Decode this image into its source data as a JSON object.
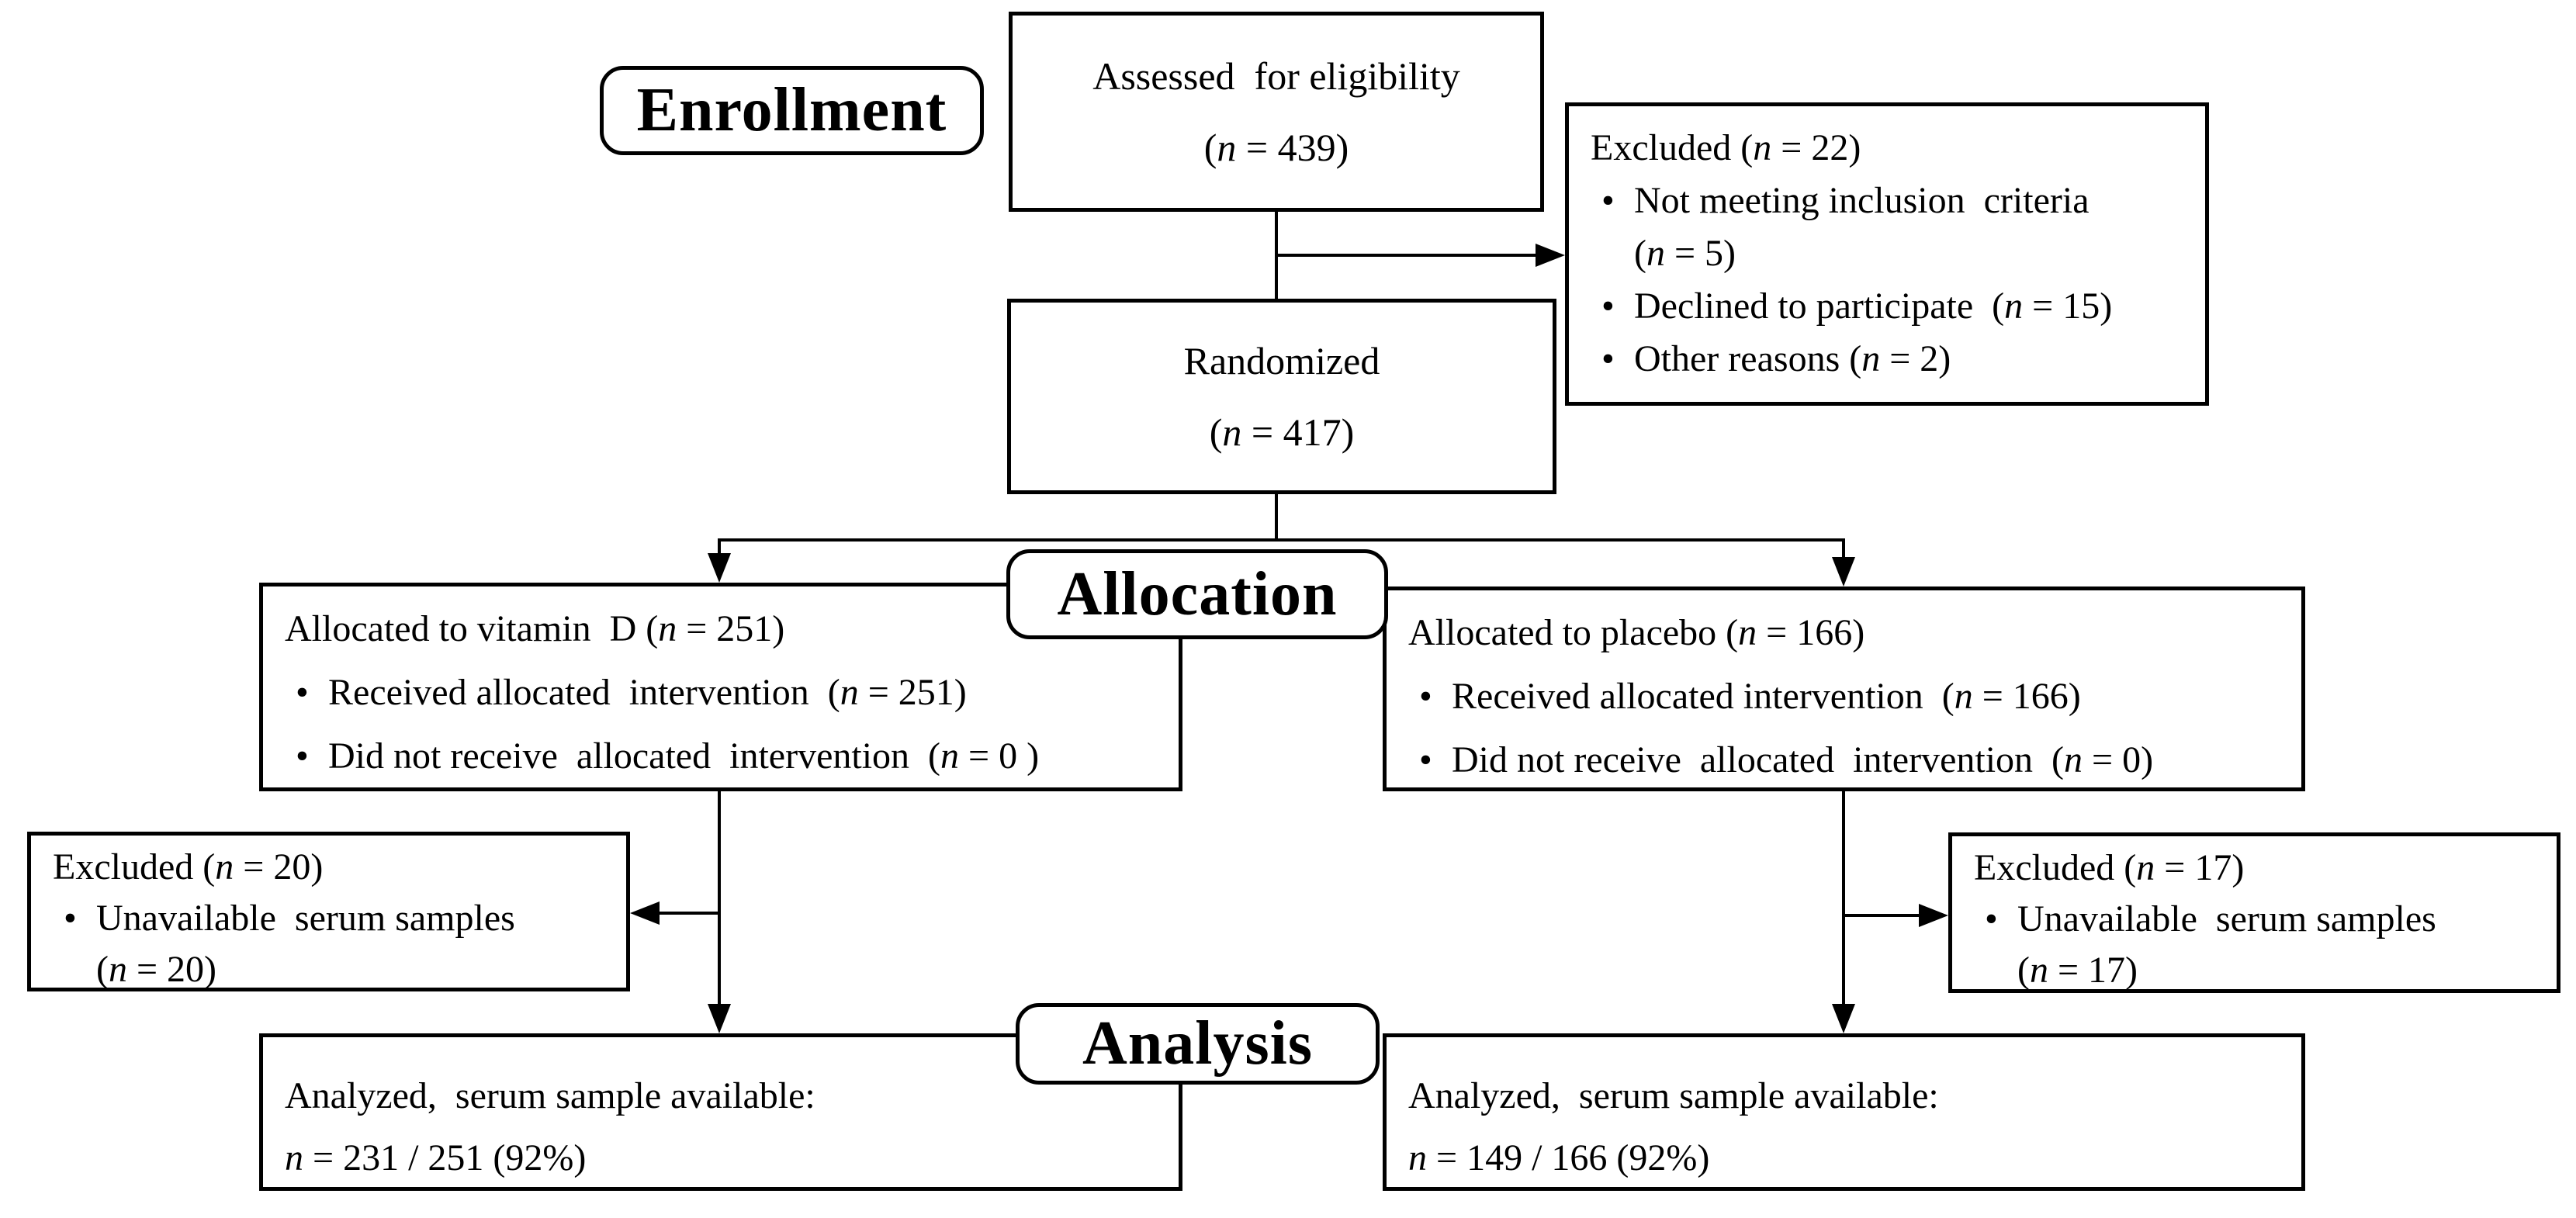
{
  "figure": {
    "type": "consort-flow-diagram",
    "colors": {
      "ink": "#000000",
      "paper": "#ffffff"
    },
    "bullet_char": "•",
    "stages": {
      "enrollment": "Enrollment",
      "allocation": "Allocation",
      "analysis": "Analysis"
    },
    "boxes": {
      "assessed": {
        "lines": [
          "Assessed  for eligibility",
          "(*n* = 439)"
        ]
      },
      "excluded_enrollment": {
        "title": "Excluded (*n* = 22)",
        "bullets": [
          "Not meeting inclusion  criteria\n(*n* = 5)",
          "Declined to participate  (*n* = 15)",
          "Other reasons (*n* = 2)"
        ]
      },
      "randomized": {
        "lines": [
          "Randomized",
          "(*n* = 417)"
        ]
      },
      "allocated_vitamin_d": {
        "title": "Allocated to vitamin  D (*n* = 251)",
        "bullets": [
          "Received allocated  intervention  (*n* = 251)",
          "Did not receive  allocated  intervention  (*n* = 0 )"
        ]
      },
      "allocated_placebo": {
        "title": "Allocated to placebo (*n* = 166)",
        "bullets": [
          "Received allocated intervention  (*n* = 166)",
          "Did not receive  allocated  intervention  (*n* = 0)"
        ]
      },
      "excluded_vitamin_d": {
        "title": "Excluded (*n* = 20)",
        "bullets": [
          "Unavailable  serum samples\n(*n* = 20)"
        ]
      },
      "excluded_placebo": {
        "title": "Excluded (*n* = 17)",
        "bullets": [
          "Unavailable  serum samples\n(*n* = 17)"
        ]
      },
      "analyzed_vitamin_d": {
        "lines": [
          "Analyzed,  serum sample available:",
          "*n* = 231 / 251 (92%)"
        ]
      },
      "analyzed_placebo": {
        "lines": [
          "Analyzed,  serum sample available:",
          "*n* = 149 / 166 (92%)"
        ]
      }
    }
  }
}
